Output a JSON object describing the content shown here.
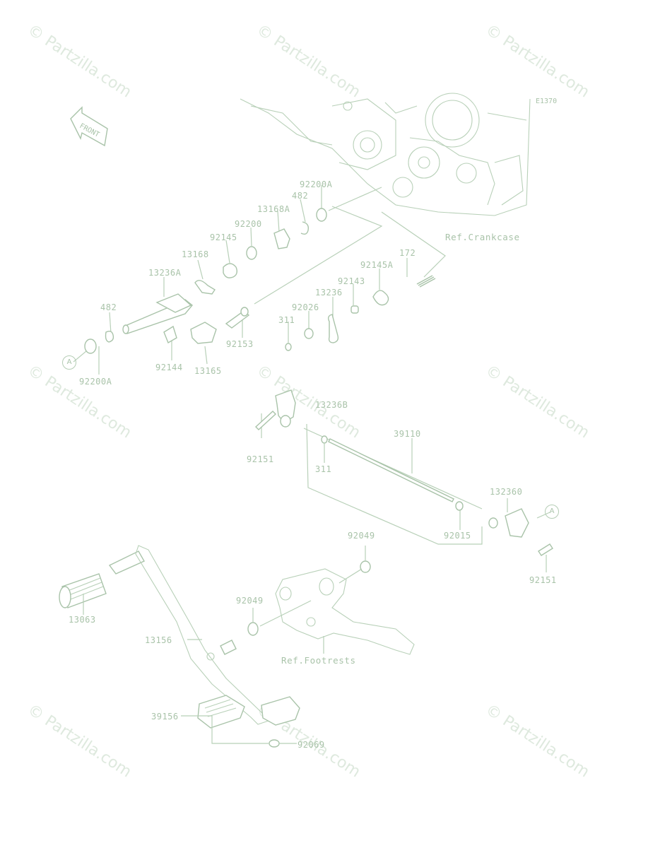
{
  "watermark": "© Partzilla.com",
  "diagram_code": "E1370",
  "front_label": "FRONT",
  "circle_ref": "A",
  "refs": {
    "crankcase": "Ref.Crankcase",
    "footrests": "Ref.Footrests"
  },
  "parts": {
    "p92200A_top": "92200A",
    "p482_top": "482",
    "p13168A": "13168A",
    "p92200": "92200",
    "p92145": "92145",
    "p13168": "13168",
    "p13236A": "13236A",
    "p482_left": "482",
    "p92200A_left": "92200A",
    "p92144": "92144",
    "p13165": "13165",
    "p92153": "92153",
    "p172": "172",
    "p92145A": "92145A",
    "p92143": "92143",
    "p13236": "13236",
    "p92026": "92026",
    "p311_top": "311",
    "p13236B": "13236B",
    "p92151_left": "92151",
    "p311_mid": "311",
    "p39110": "39110",
    "p132360": "132360",
    "p92015": "92015",
    "p92151_right": "92151",
    "p92049_top": "92049",
    "p92049_left": "92049",
    "p13063": "13063",
    "p13156": "13156",
    "p39156": "39156",
    "p92069": "92069"
  }
}
